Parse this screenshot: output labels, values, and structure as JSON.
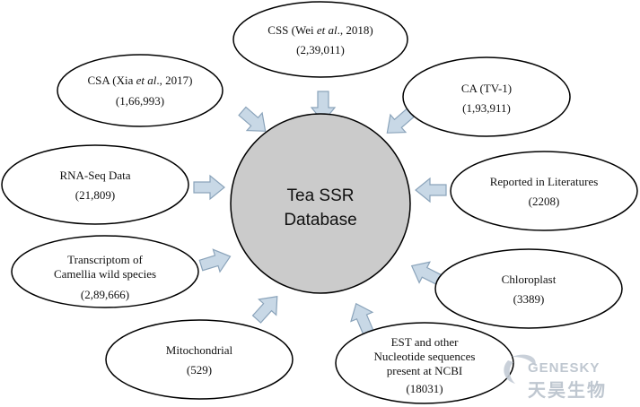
{
  "center": {
    "line1": "Tea SSR",
    "line2": "Database"
  },
  "sources": [
    {
      "id": "css-wei",
      "line1": [
        "CSS (Wei ",
        "et al",
        "., 2018)"
      ],
      "line2": "(2,39,011)"
    },
    {
      "id": "csa-xia",
      "line1": [
        "CSA (Xia ",
        "et al",
        "., 2017)"
      ],
      "line2": "(1,66,993)"
    },
    {
      "id": "ca-tv1",
      "line1": [
        "CA (TV-1)"
      ],
      "line2": "(1,93,911)"
    },
    {
      "id": "rna-seq",
      "line1": [
        "RNA-Seq Data"
      ],
      "line2": "(21,809)"
    },
    {
      "id": "literatures",
      "line1": [
        "Reported in Literatures"
      ],
      "line2": "(2208)"
    },
    {
      "id": "transcriptom",
      "line1": [
        "Transcriptom of"
      ],
      "line1b": "Camellia wild species",
      "line2": "(2,89,666)"
    },
    {
      "id": "chloroplast",
      "line1": [
        "Chloroplast"
      ],
      "line2": "(3389)"
    },
    {
      "id": "mitochondrial",
      "line1": [
        "Mitochondrial"
      ],
      "line2": "(529)"
    },
    {
      "id": "est-ncbi",
      "line1": [
        "EST and other"
      ],
      "line1b": "Nucleotide sequences",
      "line1c": "present at NCBI",
      "line2": "(18031)"
    }
  ],
  "watermark": {
    "brand": "GENESKY",
    "brand_cn": "天昊生物"
  },
  "colors": {
    "center_fill": "#cbcbcb",
    "arrow_fill": "#c8d8e6",
    "arrow_stroke": "#8aa3ba",
    "stroke": "#000000"
  }
}
